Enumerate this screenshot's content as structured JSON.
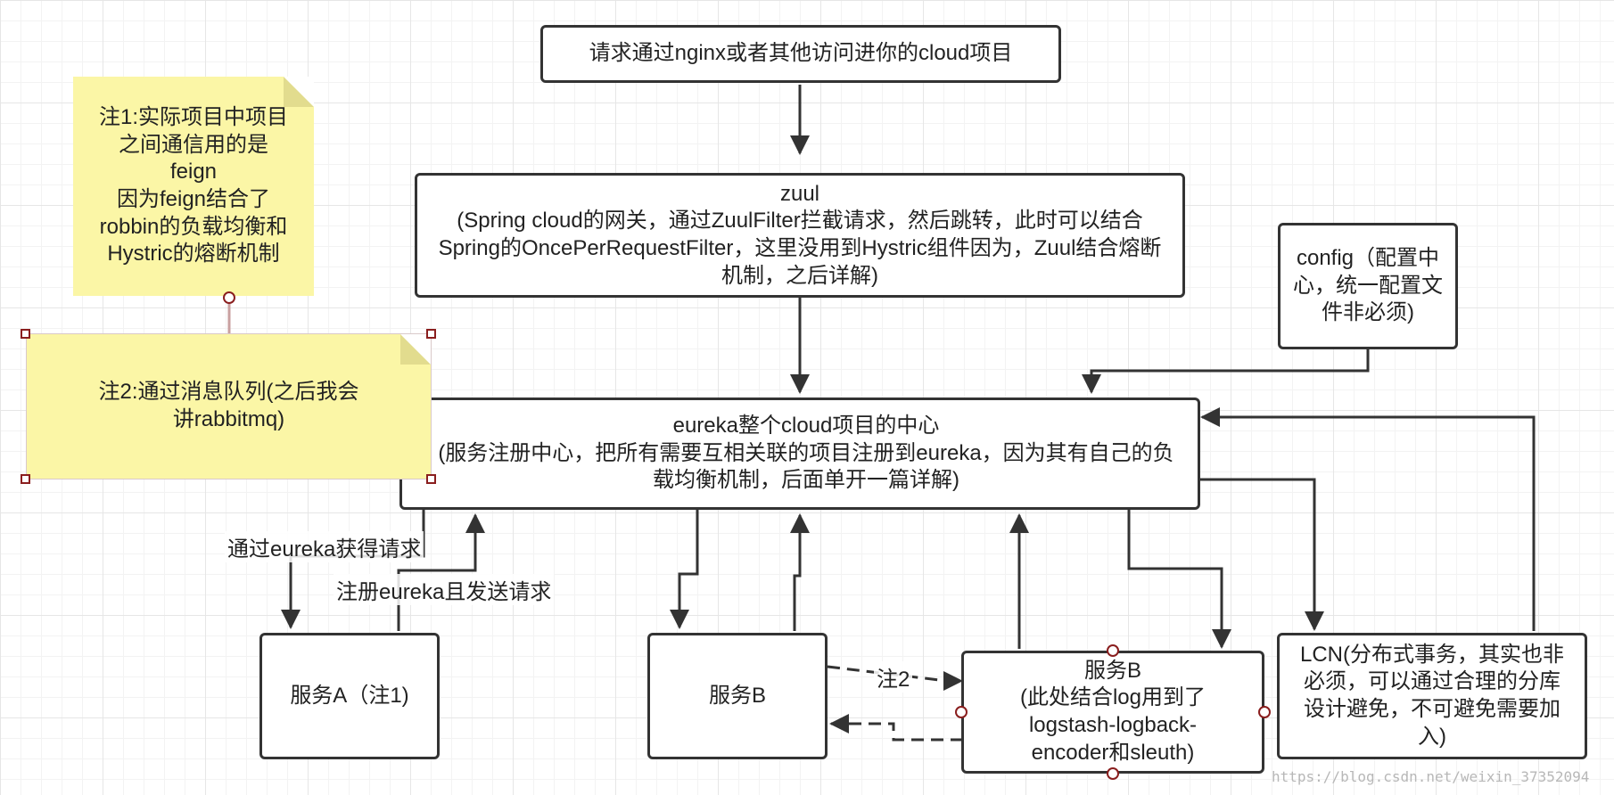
{
  "nodes": {
    "request": "请求通过nginx或者其他访问进你的cloud项目",
    "zuul": "zuul\n(Spring cloud的网关，通过ZuulFilter拦截请求，然后跳转，此时可以结合Spring的OncePerRequestFilter，这里没用到Hystric组件因为，Zuul结合熔断机制，之后详解)",
    "config": "config（配置中心，统一配置文件非必须)",
    "eureka": "eureka整个cloud项目的中心\n(服务注册中心，把所有需要互相关联的项目注册到eureka，因为其有自己的负载均衡机制，后面单开一篇详解)",
    "service_a": "服务A（注1)",
    "service_b1": "服务B",
    "service_b2": "服务B\n(此处结合log用到了logstash-logback-encoder和sleuth)",
    "lcn": "LCN(分布式事务，其实也非必须，可以通过合理的分库设计避免，不可避免需要加入)"
  },
  "notes": {
    "note1": "注1:实际项目中项目之间通信用的是\nfeign\n因为feign结合了robbin的负载均衡和Hystric的熔断机制",
    "note2": "注2:通过消息队列(之后我会讲rabbitmq)"
  },
  "edge_labels": {
    "get_via_eureka": "通过eureka获得请求",
    "register_send": "注册eureka且发送请求",
    "note2_ref": "注2"
  },
  "watermark": "https://blog.csdn.net/weixin_37352094",
  "colors": {
    "box_border": "#333333",
    "note_fill": "#fbf6a6",
    "handle": "#8a1e1e"
  }
}
